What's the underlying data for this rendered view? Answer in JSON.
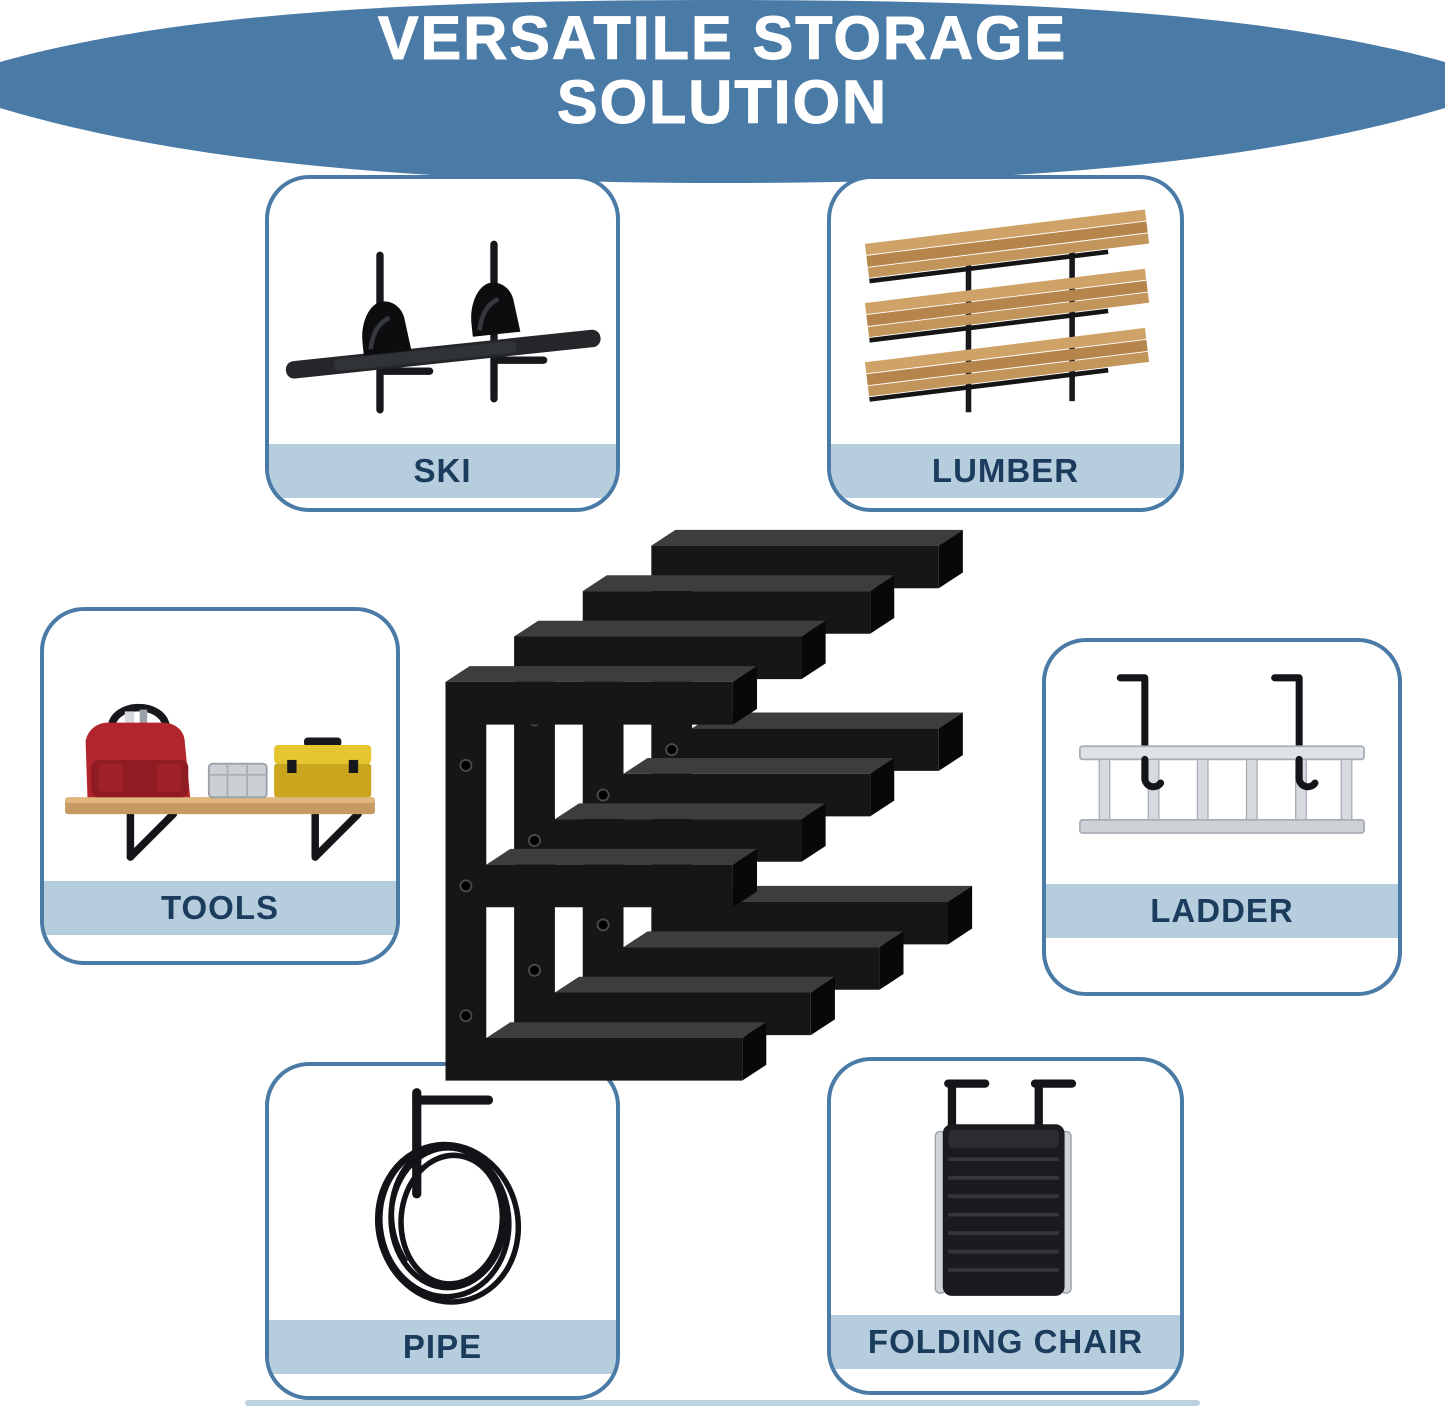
{
  "header": {
    "title_line1": "VERSATILE STORAGE",
    "title_line2": "SOLUTION"
  },
  "cards": [
    {
      "id": "ski",
      "label": "SKI",
      "illustration": "snowboard-on-wall-rack"
    },
    {
      "id": "lumber",
      "label": "LUMBER",
      "illustration": "lumber-planks-on-wall-rack"
    },
    {
      "id": "tools",
      "label": "TOOLS",
      "illustration": "tool-bag-and-toolbox-on-shelf"
    },
    {
      "id": "ladder",
      "label": "LADDER",
      "illustration": "ladder-on-wall-hooks"
    },
    {
      "id": "pipe",
      "label": "PIPE",
      "illustration": "coiled-pipe-on-hook"
    },
    {
      "id": "folding_chair",
      "label": "FOLDING CHAIR",
      "illustration": "folding-chairs-on-hooks"
    }
  ],
  "hero": {
    "name": "three-tier-black-metal-wall-mount-rack"
  },
  "colors": {
    "banner_blue": "#4a7aa6",
    "card_border_blue": "#4a7aa6",
    "label_strip_blue": "#b5cddc",
    "label_text_navy": "#1c3c5e",
    "rack_black": "#161616",
    "wood_tan": "#c89a63",
    "background": "#ffffff"
  }
}
